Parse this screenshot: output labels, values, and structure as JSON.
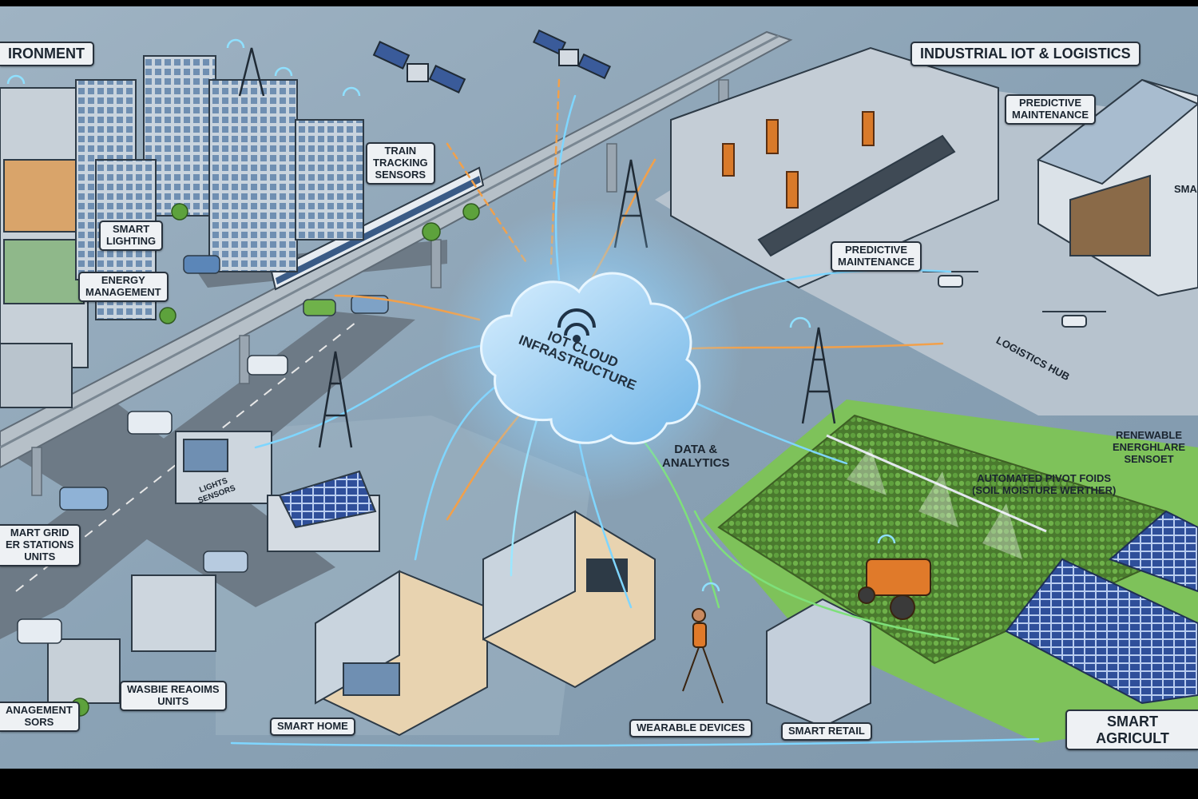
{
  "labels": {
    "environment": "IRONMENT",
    "industrial": "INDUSTRIAL IoT & LOGISTICS",
    "predictive_top": "PREDICTIVE\nMAINTENANCE",
    "predictive_mid": "PREDICTIVE\nMAINTENANCE",
    "train": "TRAIN\nTRACKING\nSENSORS",
    "smart_lighting": "SMART\nLIGHTING",
    "energy": "ENERGY\nMANAGEMENT",
    "logistics": "LOGISTICS HUB",
    "renewable": "RENEWABLE\nENERGHLARE\nSENSOET",
    "pivot": "AUTOMATED PIVOT FOIDS\n(SOIL MOISTURE WERTHER)",
    "data": "DATA &\nANALYTICS",
    "smart_grid": "MART GRID\nER STATIONS\nUNITS",
    "waste": "WASBIE REAOIMS\nUNITS",
    "mgmt": "ANAGEMENT\nSORS",
    "smart_home": "SMART HOME",
    "wearable": "WEARABLE DEVICES",
    "retail": "SMART RETAIL",
    "agri": "SMART AGRICULT",
    "lights_sensors": "LIGHTS\nSENSORS",
    "sma": "SMA"
  },
  "cloud_title": "IoT CLOUD\nINFRASTRUCTURE",
  "colors": {
    "background": "#8fa6b8",
    "road": "#6f7c88",
    "grass": "#6fb54a",
    "field": "#4f8a33",
    "connection_blue": "#7fd6ff",
    "connection_orange": "#f2a04a",
    "connection_green": "#7ee07a",
    "cloud": "#a9d4f2",
    "frame": "#000000"
  },
  "icons": [
    "satellite-icon",
    "cell-tower-icon",
    "wifi-icon",
    "drone-icon",
    "robot-arm-icon",
    "tractor-icon",
    "solar-panel-icon",
    "train-icon"
  ]
}
